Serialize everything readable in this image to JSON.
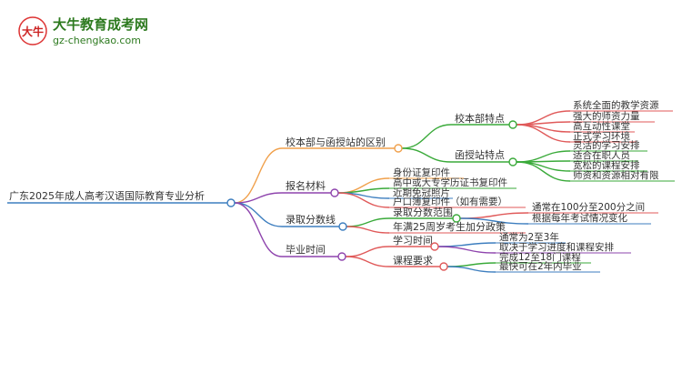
{
  "brand": {
    "title": "大牛教育成考网",
    "url": "gz-chengkao.com",
    "mark": "大牛"
  },
  "colors": {
    "orange": "#f0a04b",
    "purple": "#8e44ad",
    "blue": "#3d7ebf",
    "green": "#3aaa3a",
    "red": "#e05a5a",
    "brand_green": "#2d7a1f"
  },
  "mindmap": {
    "root": "广东2025年成人高考汉语国际教育专业分析",
    "branches": [
      {
        "label": "校本部与函授站的区别",
        "children": [
          {
            "label": "校本部特点",
            "children": [
              "系统全面的教学资源",
              "强大的师资力量",
              "高互动性课堂",
              "正式学习环境"
            ]
          },
          {
            "label": "函授站特点",
            "children": [
              "灵活的学习安排",
              "适合在职人员",
              "宽松的课程安排",
              "师资和资源相对有限"
            ]
          }
        ]
      },
      {
        "label": "报名材料",
        "children": [
          "身份证复印件",
          "高中或大专学历证书复印件",
          "近期免冠照片",
          "户口簿复印件（如有需要）"
        ]
      },
      {
        "label": "录取分数线",
        "children": [
          {
            "label": "录取分数范围",
            "children": [
              "通常在100分至200分之间",
              "根据每年考试情况变化"
            ]
          },
          {
            "label": "年满25周岁考生加分政策",
            "children": []
          }
        ]
      },
      {
        "label": "毕业时间",
        "children": [
          {
            "label": "学习时间",
            "children": [
              "通常为2至3年",
              "取决于学习进度和课程安排"
            ]
          },
          {
            "label": "课程要求",
            "children": [
              "完成12至18门课程",
              "最快可在2年内毕业"
            ]
          }
        ]
      }
    ]
  }
}
